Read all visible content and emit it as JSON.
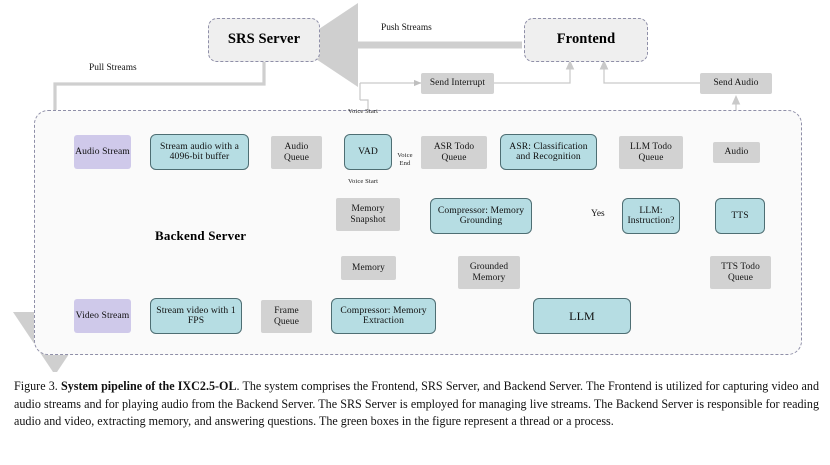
{
  "figure": {
    "top_nodes": [
      {
        "id": "srs-server",
        "label": "SRS Server"
      },
      {
        "id": "frontend",
        "label": "Frontend"
      }
    ],
    "backend_region_label": "Backend Server",
    "edge_labels": {
      "push_streams": "Push Streams",
      "pull_streams": "Pull Streams",
      "yes": "Yes",
      "voice_start_top": "Voice  Start",
      "voice_start_bottom": "Voice  Start",
      "voice_end": "Voice End"
    },
    "message_boxes": [
      {
        "id": "send-interrupt",
        "label": "Send Interrupt"
      },
      {
        "id": "send-audio",
        "label": "Send Audio"
      }
    ],
    "queue_boxes": [
      {
        "id": "audio-queue",
        "label": "Audio Queue"
      },
      {
        "id": "asr-todo-queue",
        "label": "ASR Todo Queue"
      },
      {
        "id": "llm-todo-queue",
        "label": "LLM Todo Queue"
      },
      {
        "id": "audio",
        "label": "Audio"
      },
      {
        "id": "memory-snapshot",
        "label": "Memory Snapshot"
      },
      {
        "id": "memory",
        "label": "Memory"
      },
      {
        "id": "grounded-memory",
        "label": "Grounded Memory"
      },
      {
        "id": "tts-todo-queue",
        "label": "TTS Todo Queue"
      },
      {
        "id": "frame-queue",
        "label": "Frame Queue"
      }
    ],
    "source_boxes": [
      {
        "id": "audio-stream",
        "label": "Audio Stream"
      },
      {
        "id": "video-stream",
        "label": "Video Stream"
      }
    ],
    "process_boxes": [
      {
        "id": "stream-audio",
        "label": "Stream audio with a 4096-bit buffer"
      },
      {
        "id": "vad",
        "label": "VAD"
      },
      {
        "id": "asr",
        "label": "ASR: Classification and Recognition"
      },
      {
        "id": "compressor-grounding",
        "label": "Compressor: Memory Grounding"
      },
      {
        "id": "llm-instruction",
        "label": "LLM: Instruction?"
      },
      {
        "id": "tts",
        "label": "TTS"
      },
      {
        "id": "stream-video",
        "label": "Stream video with 1 FPS"
      },
      {
        "id": "compressor-extraction",
        "label": "Compressor: Memory Extraction"
      },
      {
        "id": "llm",
        "label": "LLM"
      }
    ],
    "colors": {
      "process_fill": "#b6dde3",
      "process_stroke": "#4e6e73",
      "queue_fill": "#d2d2d2",
      "source_fill": "#cfc9ea",
      "server_fill": "#efefef",
      "server_stroke": "#8f8fa8",
      "wire": "#c9c9c9",
      "thread_loop": "#b3b3b3"
    }
  },
  "caption": {
    "figure_number": "Figure 3.",
    "title": "System pipeline of the IXC2.5-OL",
    "body": ". The system comprises the Frontend, SRS Server, and Backend Server. The Frontend is utilized for capturing video and audio streams and for playing audio from the Backend Server. The SRS Server is employed for managing live streams. The Backend Server is responsible for reading audio and video, extracting memory, and answering questions. The green boxes in the figure represent a thread or a process."
  }
}
